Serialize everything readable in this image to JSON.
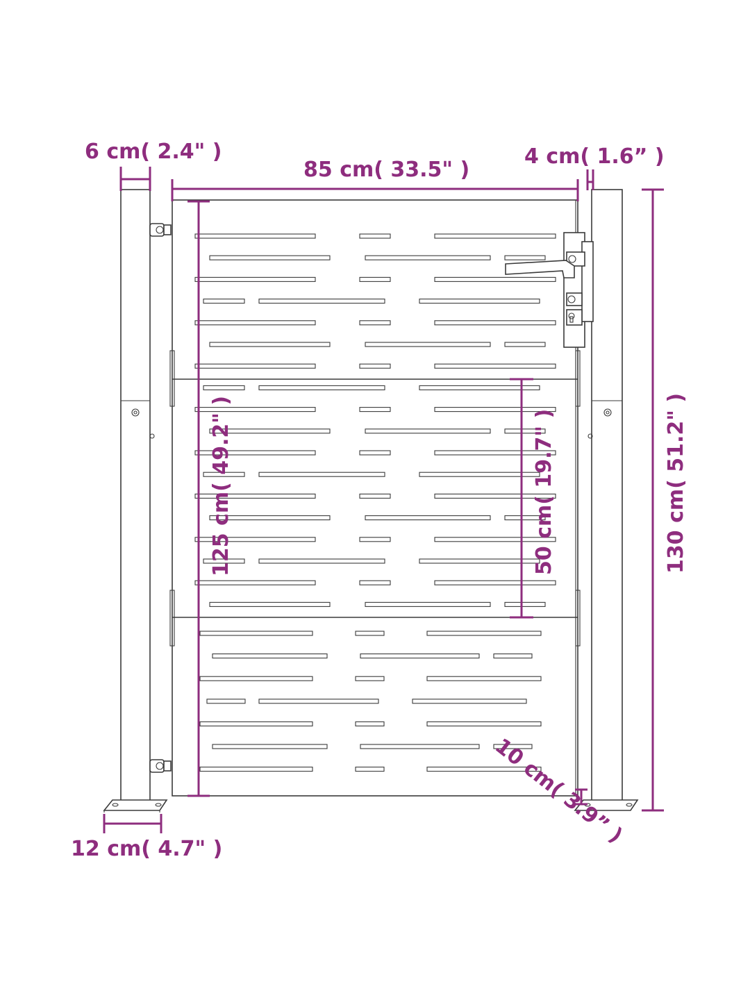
{
  "dimensions": {
    "post_width": "6 cm( 2.4\" )",
    "gate_width": "85 cm( 33.5\" )",
    "gap_width": "4 cm( 1.6”  )",
    "gate_height": "125 cm( 49.2\" )",
    "panel_height": "50 cm( 19.7\" )",
    "total_height": "130 cm( 51.2\" )",
    "base_plate": "12 cm( 4.7\" )",
    "ground_clearance": "10 cm( 3.9” )"
  },
  "colors": {
    "dimension": "#8e2d7e",
    "line": "#3a3a3a",
    "background": "#ffffff"
  },
  "icons": [
    "hinge-icon",
    "handle-icon",
    "lock-icon",
    "bolt-icon"
  ]
}
